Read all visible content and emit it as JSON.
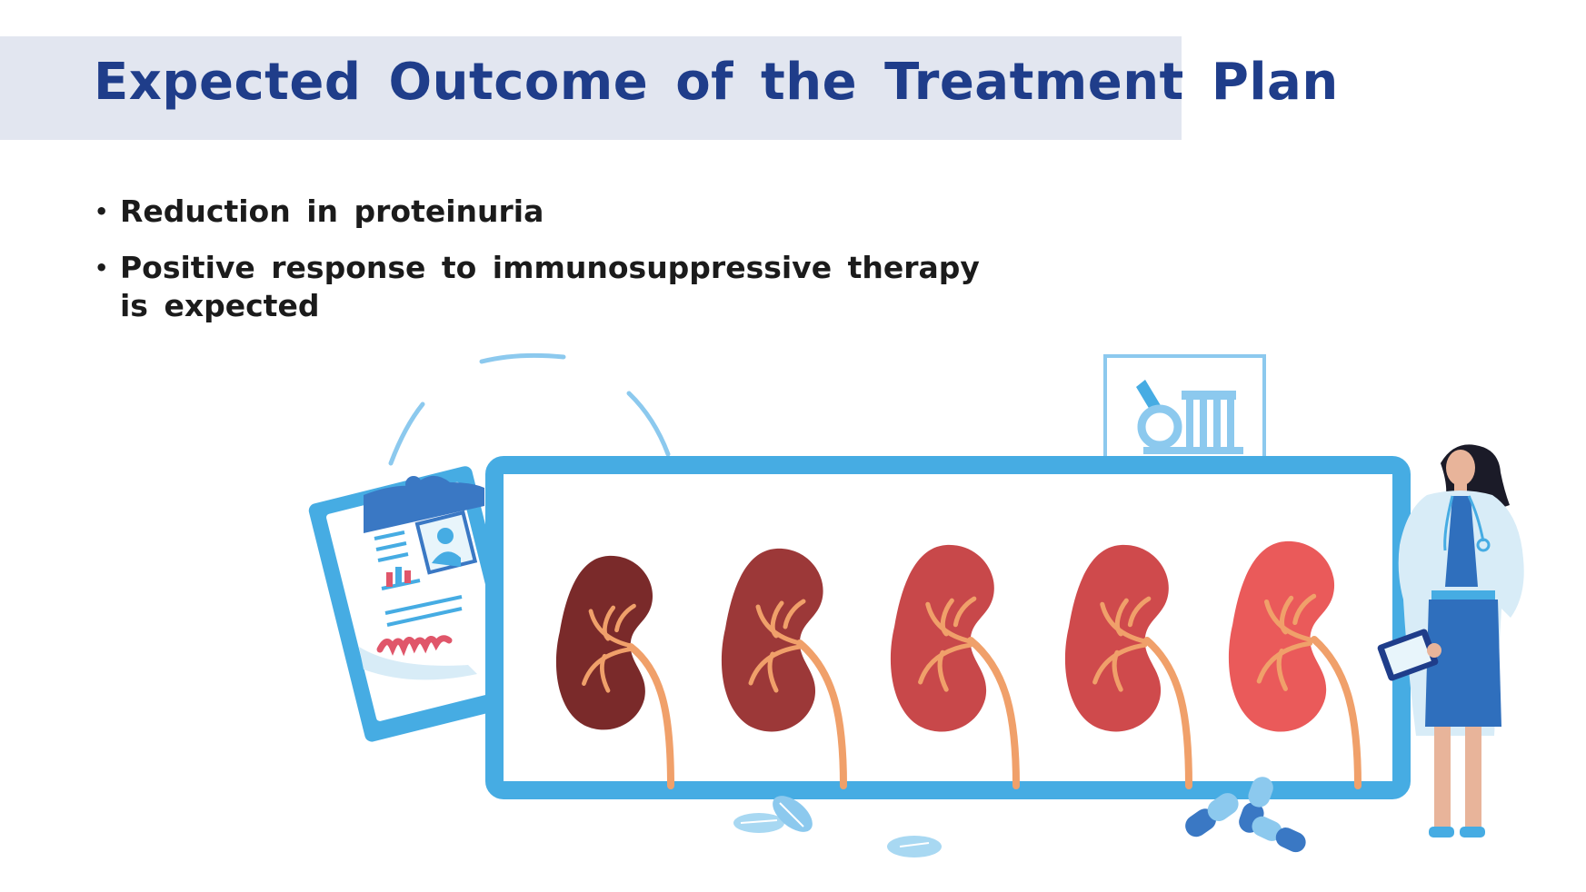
{
  "slide": {
    "title": "Expected Outcome of the Treatment Plan",
    "bullets": [
      "Reduction in proteinuria",
      "Positive response to immunosuppressive therapy is expected"
    ]
  },
  "illustration": {
    "icons": [
      "clipboard-icon",
      "microscope-icon",
      "kidney-icon",
      "doctor-figure",
      "pill-icon",
      "capsule-icon"
    ],
    "colors": {
      "frame": "#46ace3",
      "title_text": "#1f3d8a",
      "title_band": "#e2e6f0",
      "kidney_stages": [
        "#7a2a2a",
        "#9c3838",
        "#c8484a",
        "#cf4a4c",
        "#ea5a5a"
      ],
      "ureter": "#f0a06a"
    }
  }
}
